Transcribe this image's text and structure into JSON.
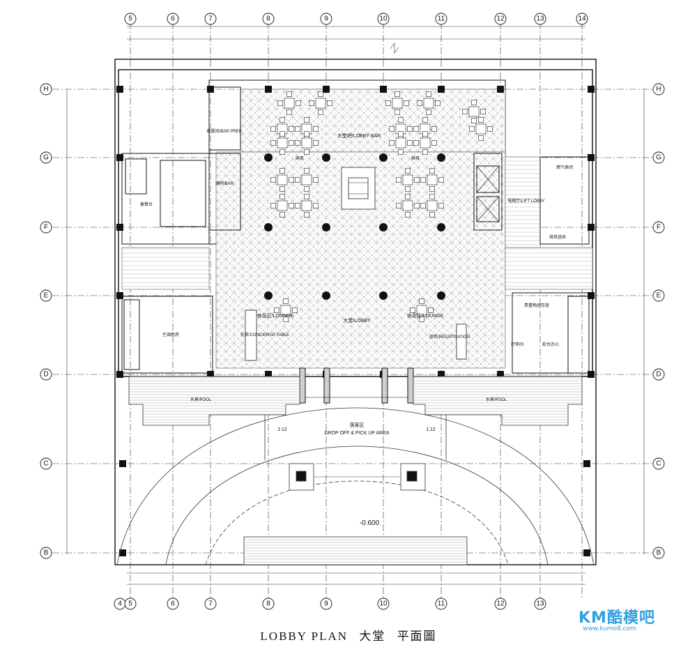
{
  "grid": {
    "columns_top": [
      "5",
      "6",
      "7",
      "8",
      "9",
      "10",
      "11",
      "12",
      "13",
      "14"
    ],
    "columns_bottom": [
      "4",
      "5",
      "6",
      "7",
      "8",
      "9",
      "10",
      "11",
      "12",
      "13"
    ],
    "rows": [
      "H",
      "G",
      "F",
      "E",
      "D",
      "C",
      "B"
    ]
  },
  "rooms": {
    "lobby_bar": "大堂吧/LOBBY BAR",
    "lobby": "大堂/LOBBY",
    "lounge_left": "休息区/LOUNGE",
    "lounge_right": "休息区/LOUNGE",
    "concierge": "礼宾/CONCIERGE TABLE",
    "registration": "接待/REGISTRATION",
    "lift_lobby": "电梯厅/LIFT LOBBY",
    "prep": "备餐间/BAR PREP.",
    "bar": "酒吧/BAR",
    "service": "备餐台",
    "ahu": "空调机房",
    "valuables": "贵重物品存放",
    "luggage": "行李间",
    "front_office": "前台办公",
    "gas": "燃气表间",
    "exhaust": "排风竖井",
    "screen_left": "屏风",
    "screen_right": "屏风",
    "pool_left": "水景/POOL",
    "pool_right": "水景/POOL",
    "dropoff_cn": "落客区",
    "dropoff_en": "DROP OFF & PICK UP AREA",
    "elevation": "-0.600",
    "ramp_left": "1:12",
    "ramp_right": "1:12"
  },
  "caption": {
    "en": "LOBBY PLAN",
    "cn_1": "大堂",
    "cn_2": "平面圖"
  },
  "watermark": {
    "brand": "KM酷模吧",
    "url": "www.kumo8.com"
  }
}
